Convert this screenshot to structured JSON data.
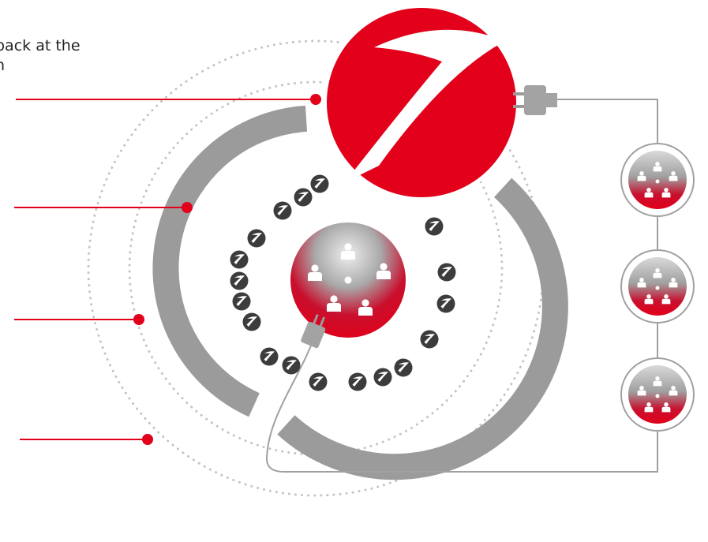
{
  "header": {
    "line1": "back at the",
    "line2": "n"
  },
  "colors": {
    "brand_red": "#e2001a",
    "ring_grey": "#9b9b9b",
    "dot_grey": "#c4c4c4",
    "pin_dark": "#3c3c3c",
    "cable_grey": "#9a9a9a"
  },
  "icons": {
    "logo": "unicredit-logo-icon",
    "pin": "logo-pin-icon",
    "plug": "power-plug-icon",
    "people": "people-group-icon"
  },
  "diagram": {
    "callout_count": 4,
    "logo_pin_count": 18,
    "side_group_count": 3
  }
}
